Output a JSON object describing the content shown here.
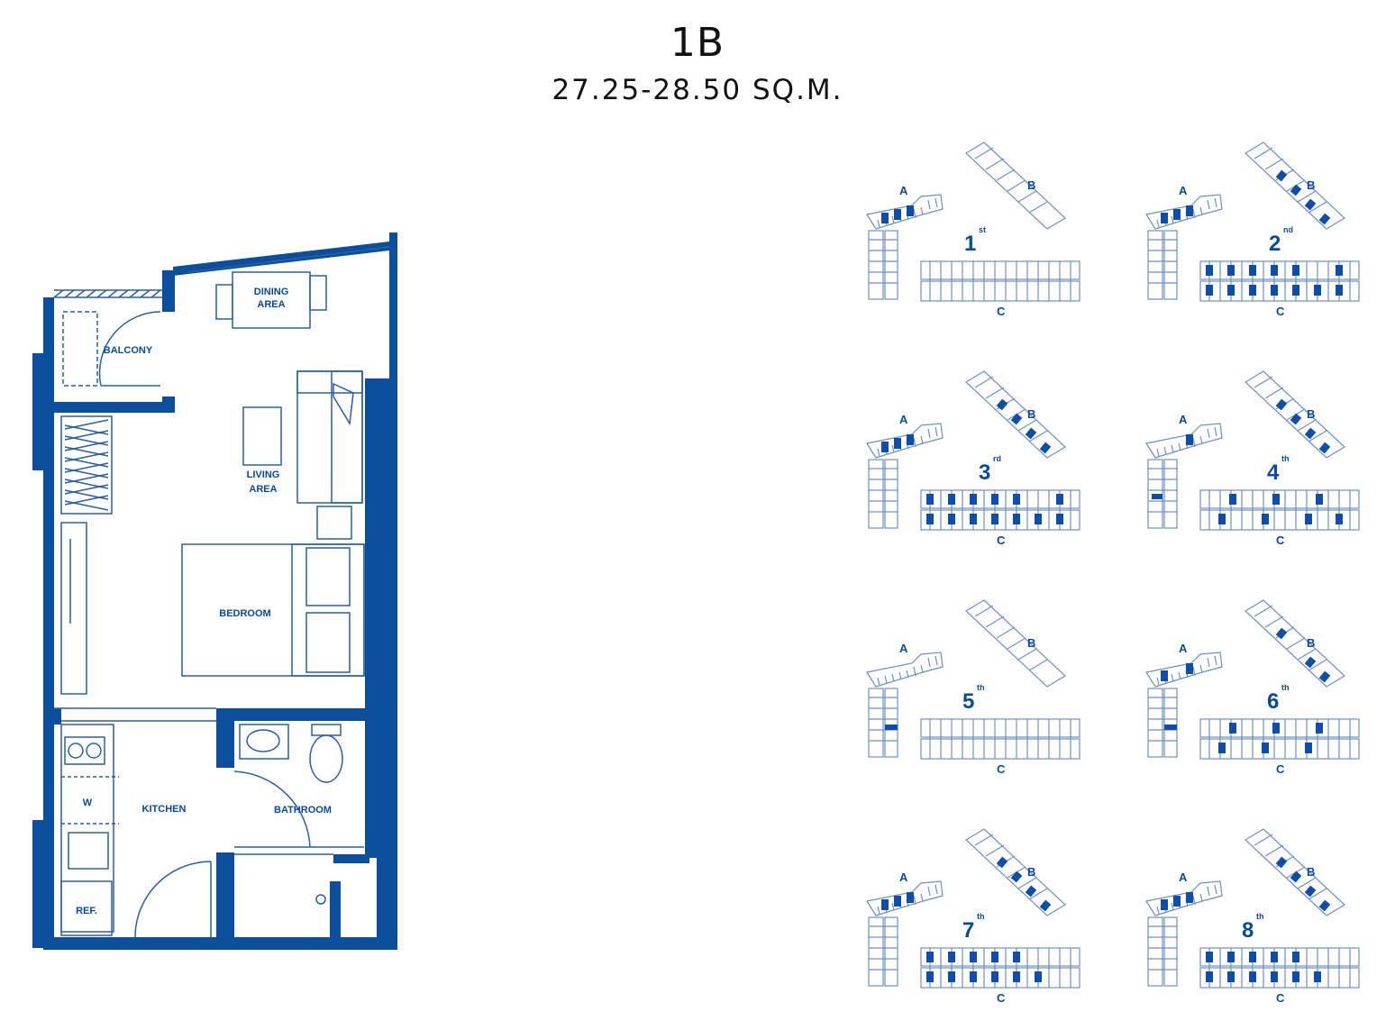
{
  "header": {
    "title": "1B",
    "area": "27.25-28.50 SQ.M."
  },
  "colors": {
    "wall": "#0b4f9c",
    "thin_line": "#2a5ea8",
    "unit_outline": "#6f8fc4",
    "highlight": "#0e4ea8"
  },
  "floor_plan": {
    "rooms": {
      "dining": [
        "DINING",
        "AREA"
      ],
      "balcony": "BALCONY",
      "living": [
        "LIVING",
        "AREA"
      ],
      "bedroom": "BEDROOM",
      "kitchen": "KITCHEN",
      "bathroom": "BATHROOM",
      "washer": "W",
      "fridge": "REF."
    }
  },
  "key_plans": [
    {
      "floor": "1",
      "suffix": "st",
      "wings": [
        "A",
        "B",
        "C"
      ]
    },
    {
      "floor": "2",
      "suffix": "nd",
      "wings": [
        "A",
        "B",
        "C"
      ]
    },
    {
      "floor": "3",
      "suffix": "rd",
      "wings": [
        "A",
        "B",
        "C"
      ]
    },
    {
      "floor": "4",
      "suffix": "th",
      "wings": [
        "A",
        "B",
        "C"
      ]
    },
    {
      "floor": "5",
      "suffix": "th",
      "wings": [
        "A",
        "B",
        "C"
      ]
    },
    {
      "floor": "6",
      "suffix": "th",
      "wings": [
        "A",
        "B",
        "C"
      ]
    },
    {
      "floor": "7",
      "suffix": "th",
      "wings": [
        "A",
        "B",
        "C"
      ]
    },
    {
      "floor": "8",
      "suffix": "th",
      "wings": [
        "A",
        "B",
        "C"
      ]
    }
  ]
}
